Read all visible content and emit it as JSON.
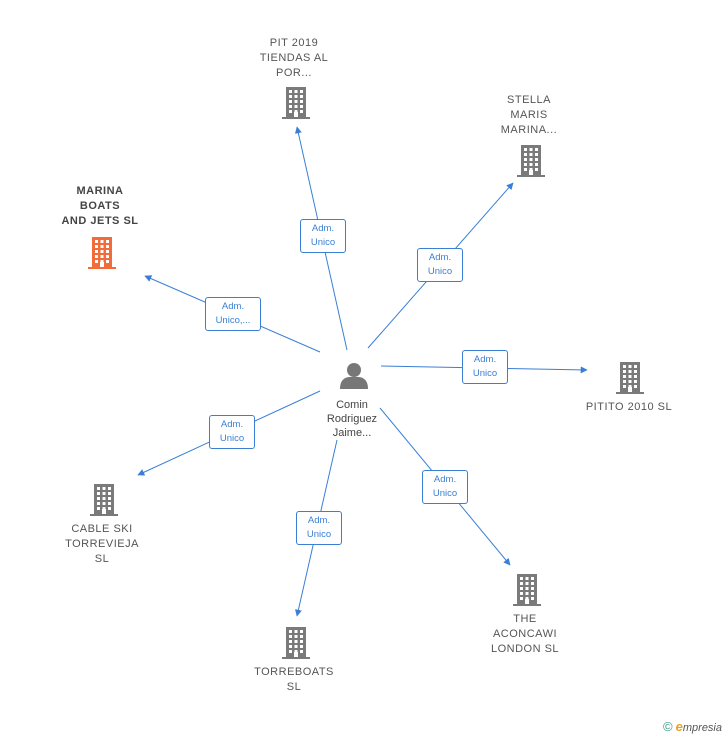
{
  "center": {
    "label": "Comin\nRodriguez\nJaime...",
    "icon": "person-icon"
  },
  "colors": {
    "edge": "#3a7fd5",
    "building": "#7a7a7a",
    "highlight": "#f26b3a",
    "person": "#777777"
  },
  "nodes": [
    {
      "id": "pit",
      "label": "PIT 2019\nTIENDAS AL\nPOR...",
      "highlight": false,
      "icon": "building-icon"
    },
    {
      "id": "stella",
      "label": "STELLA\nMARIS\nMARINA...",
      "highlight": false,
      "icon": "building-icon"
    },
    {
      "id": "marina",
      "label": "MARINA\nBOATS\nAND JETS  SL",
      "highlight": true,
      "icon": "building-icon"
    },
    {
      "id": "pitito",
      "label": "PITITO 2010 SL",
      "highlight": false,
      "icon": "building-icon"
    },
    {
      "id": "cable",
      "label": "CABLE SKI\nTORREVIEJA\nSL",
      "highlight": false,
      "icon": "building-icon"
    },
    {
      "id": "aconcawi",
      "label": "THE\nACONCAWI\nLONDON  SL",
      "highlight": false,
      "icon": "building-icon"
    },
    {
      "id": "torreboats",
      "label": "TORREBOATS\nSL",
      "highlight": false,
      "icon": "building-icon"
    }
  ],
  "edges": [
    {
      "to": "pit",
      "label": "Adm.\nUnico"
    },
    {
      "to": "stella",
      "label": "Adm.\nUnico"
    },
    {
      "to": "marina",
      "label": "Adm.\nUnico,..."
    },
    {
      "to": "pitito",
      "label": "Adm.\nUnico"
    },
    {
      "to": "cable",
      "label": "Adm.\nUnico"
    },
    {
      "to": "aconcawi",
      "label": "Adm.\nUnico"
    },
    {
      "to": "torreboats",
      "label": "Adm.\nUnico"
    }
  ],
  "footer": {
    "copyright": "©",
    "brand_initial": "e",
    "brand_rest": "mpresia"
  }
}
